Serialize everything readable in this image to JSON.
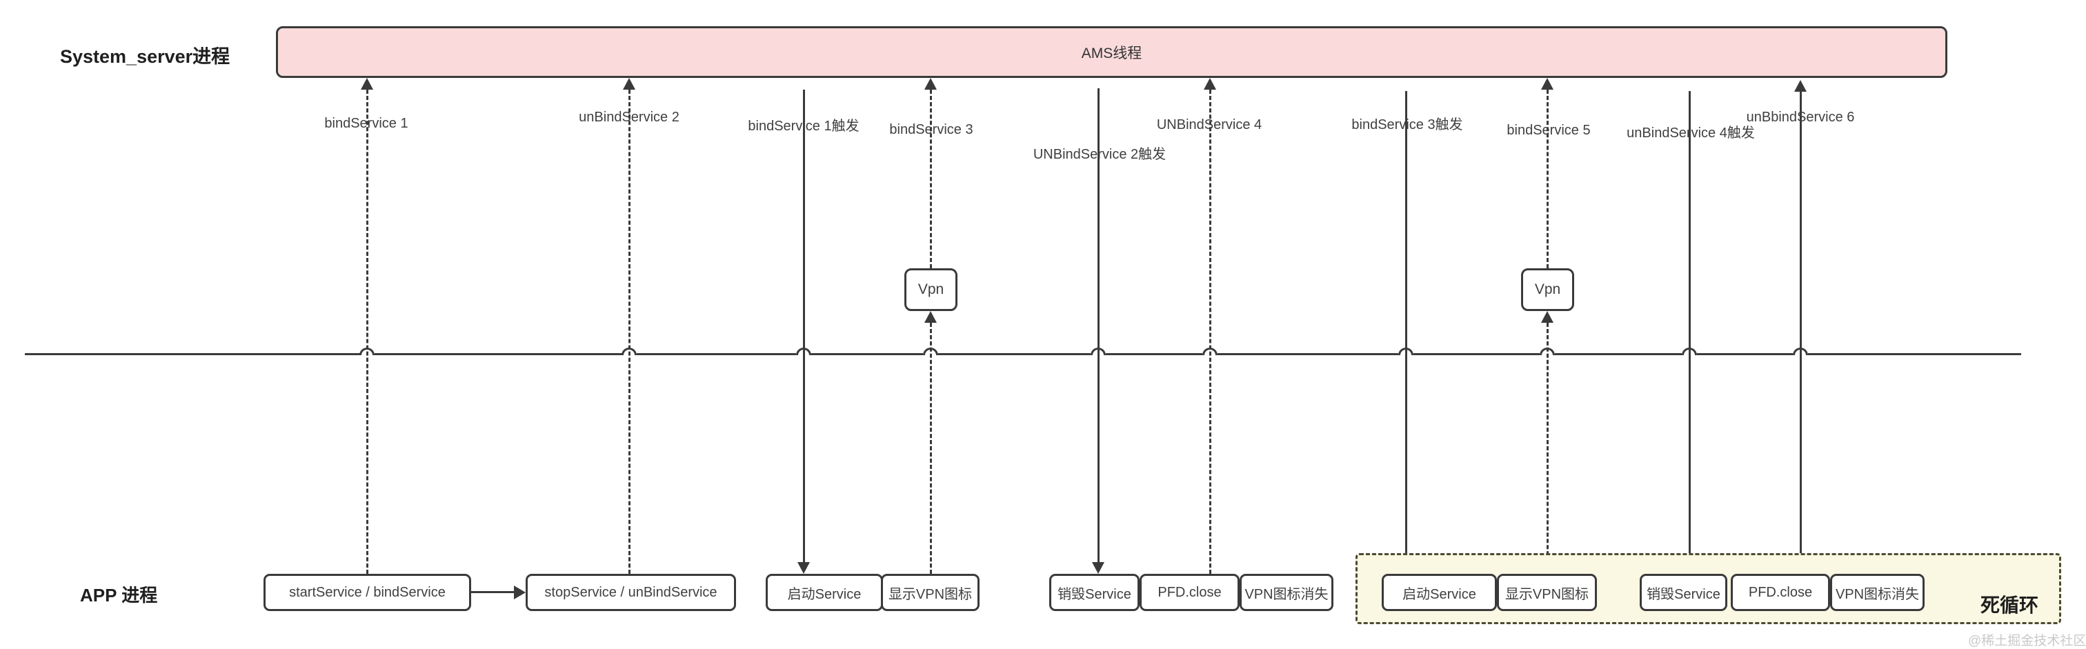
{
  "processes": {
    "system_server": "System_server进程",
    "app": "APP 进程"
  },
  "ams_bar": {
    "label": "AMS线程"
  },
  "messages": [
    {
      "label": "bindService 1",
      "style": "dashed",
      "direction": "up"
    },
    {
      "label": "unBindService 2",
      "style": "dashed",
      "direction": "up"
    },
    {
      "label": "bindService 1触发",
      "style": "solid",
      "direction": "down"
    },
    {
      "label": "bindService 3",
      "style": "dashed",
      "direction": "up"
    },
    {
      "label": "UNBindService 2触发",
      "style": "solid",
      "direction": "down"
    },
    {
      "label": "UNBindService 4",
      "style": "dashed",
      "direction": "up"
    },
    {
      "label": "bindService 3触发",
      "style": "solid",
      "direction": "down"
    },
    {
      "label": "bindService 5",
      "style": "dashed",
      "direction": "up"
    },
    {
      "label": "unBindService 4触发",
      "style": "solid",
      "direction": "down"
    },
    {
      "label": "unBbindService 6",
      "style": "solid",
      "direction": "up"
    }
  ],
  "vpn_boxes": [
    {
      "label": "Vpn"
    },
    {
      "label": "Vpn"
    }
  ],
  "app_boxes": [
    {
      "label": "startService / bindService"
    },
    {
      "label": "stopService / unBindService"
    },
    {
      "label": "启动Service"
    },
    {
      "label": "显示VPN图标"
    },
    {
      "label": "销毁Service"
    },
    {
      "label": "PFD.close"
    },
    {
      "label": "VPN图标消失"
    },
    {
      "label": "启动Service"
    },
    {
      "label": "显示VPN图标"
    },
    {
      "label": "销毁Service"
    },
    {
      "label": "PFD.close"
    },
    {
      "label": "VPN图标消失"
    }
  ],
  "loop_region": {
    "label": "死循环"
  },
  "watermark": "@稀土掘金技术社区",
  "colors": {
    "ams_fill": "#fadada",
    "line": "#3a3a3a",
    "loop_fill": "#faf7e3",
    "watermark": "#c9c9c9"
  }
}
